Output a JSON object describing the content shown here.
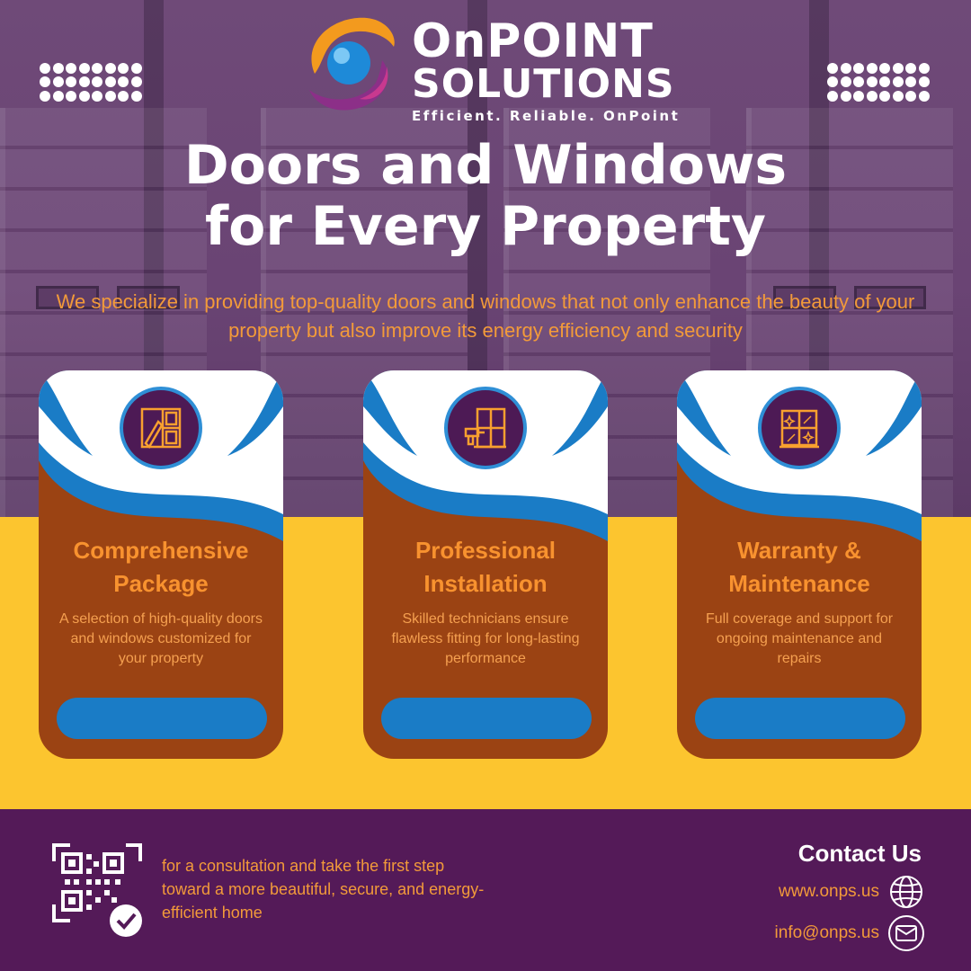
{
  "brand": {
    "name_line1": "OnPOINT",
    "name_line2": "SOLUTIONS",
    "tagline": "Efficient. Reliable. OnPoint"
  },
  "headline": {
    "line1": "Doors and Windows",
    "line2": "for Every Property"
  },
  "subtitle": "We specialize in providing top-quality doors and windows that not only enhance the beauty of your property but also improve its energy efficiency and security",
  "cards": [
    {
      "icon": "window-install-icon",
      "title_line1": "Comprehensive",
      "title_line2": "Package",
      "description": "A selection of high-quality doors and windows customized for your property"
    },
    {
      "icon": "drill-window-icon",
      "title_line1": "Professional",
      "title_line2": "Installation",
      "description": "Skilled technicians ensure flawless fitting for long-lasting performance"
    },
    {
      "icon": "sparkling-window-icon",
      "title_line1": "Warranty &",
      "title_line2": "Maintenance",
      "description": "Full coverage and support for ongoing maintenance and repairs"
    }
  ],
  "footer": {
    "qr_icon": "qr-code-icon",
    "text": "for a consultation and take the first step toward a more beautiful, secure, and energy-efficient home",
    "contact_title": "Contact Us",
    "website": "www.onps.us",
    "email": "info@onps.us"
  },
  "colors": {
    "purple": "#541a58",
    "yellow": "#fcc52f",
    "card_brown": "#9b4313",
    "accent_orange": "#f8922f",
    "accent_blue": "#1a7cc6"
  }
}
